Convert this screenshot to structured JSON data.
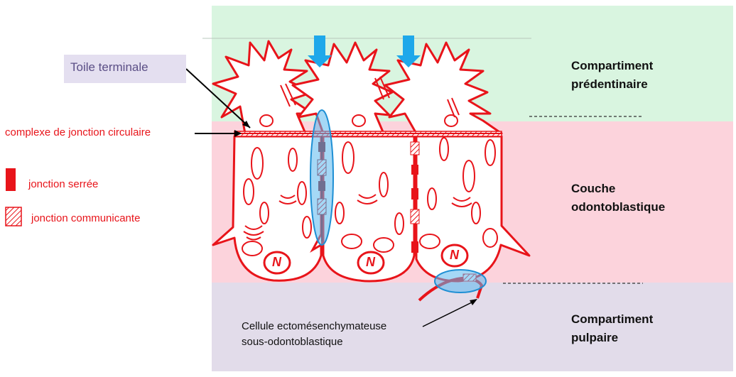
{
  "zones": {
    "predentin": {
      "line1": "Compartiment",
      "line2": "prédentinaire",
      "color": "#d9f5e0"
    },
    "odontoblast": {
      "line1": "Couche",
      "line2": "odontoblastique",
      "color": "#fcd3dc"
    },
    "pulp": {
      "line1": "Compartiment",
      "line2": "pulpaire",
      "color": "#e2dcea"
    }
  },
  "labels": {
    "terminal_web": "Toile terminale",
    "junction_complex": "complexe de jonction circulaire",
    "ectomesenchymal_line1": "Cellule ectomésenchymateuse",
    "ectomesenchymal_line2": "sous-odontoblastique"
  },
  "legend": {
    "tight": "jonction serrée",
    "gap": "jonction communicante"
  },
  "nucleus_letter": "N",
  "colors": {
    "cell_outline": "#e8141a",
    "arrow": "#1ea8ea",
    "highlight": "#5bb8ee",
    "terminal_web_box": "#e4dff0",
    "terminal_web_text": "#5b4f86"
  }
}
